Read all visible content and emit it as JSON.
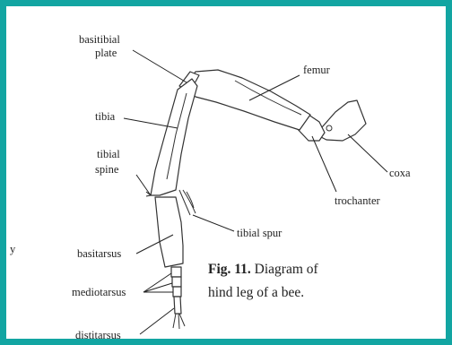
{
  "figure": {
    "frame_color": "#12a5a2",
    "labels": {
      "basitibial_plate_line1": "basitibial",
      "basitibial_plate_line2": "plate",
      "tibia": "tibia",
      "tibial_spine_line1": "tibial",
      "tibial_spine_line2": "spine",
      "femur": "femur",
      "coxa": "coxa",
      "trochanter": "trochanter",
      "tibial_spur": "tibial spur",
      "basitarsus": "basitarsus",
      "mediotarsus": "mediotarsus",
      "distitarsus": "distitarsus"
    },
    "caption": {
      "number": "Fig. 11.",
      "line1_text": " Diagram of",
      "line2": "hind leg of a bee."
    },
    "stray_mark": "y"
  }
}
